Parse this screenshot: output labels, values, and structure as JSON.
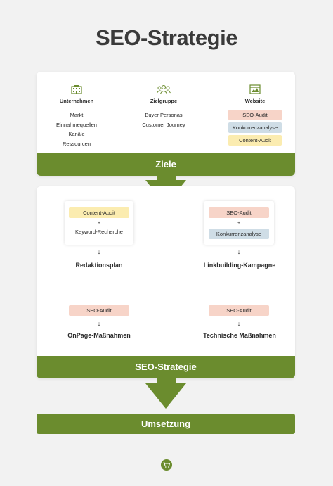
{
  "title": "SEO-Strategie",
  "colors": {
    "green": "#6b8c2e",
    "tag_red": "#f7d4c8",
    "tag_blue": "#cfdde6",
    "tag_yellow": "#fbecb0"
  },
  "top_card": {
    "columns": [
      {
        "icon": "building-icon",
        "heading": "Unternehmen",
        "items": [
          "Markt",
          "Einnahmequellen",
          "Kanäle",
          "Ressourcen"
        ]
      },
      {
        "icon": "people-icon",
        "heading": "Zielgruppe",
        "items": [
          "Buyer Personas",
          "Customer Journey"
        ]
      },
      {
        "icon": "website-icon",
        "heading": "Website",
        "tags": [
          "SEO-Audit",
          "Konkurrenzanalyse",
          "Content-Audit"
        ]
      }
    ],
    "bar_label": "Ziele"
  },
  "middle_card": {
    "box_left": {
      "tag": "Content-Audit",
      "plus": "+",
      "text": "Keyword-Recherche"
    },
    "box_right": {
      "tag1": "SEO-Audit",
      "plus": "+",
      "tag2": "Konkurrenzanalyse"
    },
    "down_arrow": "↓",
    "result_top_left": "Redaktionsplan",
    "result_top_right": "Linkbuilding-Kampagne",
    "tag_bottom_left": "SEO-Audit",
    "tag_bottom_right": "SEO-Audit",
    "result_bottom_left": "OnPage-Maßnahmen",
    "result_bottom_right": "Technische Maßnahmen",
    "bar_label": "SEO-Strategie"
  },
  "bottom_bar": "Umsetzung",
  "logo_icon": "cart-logo-icon"
}
